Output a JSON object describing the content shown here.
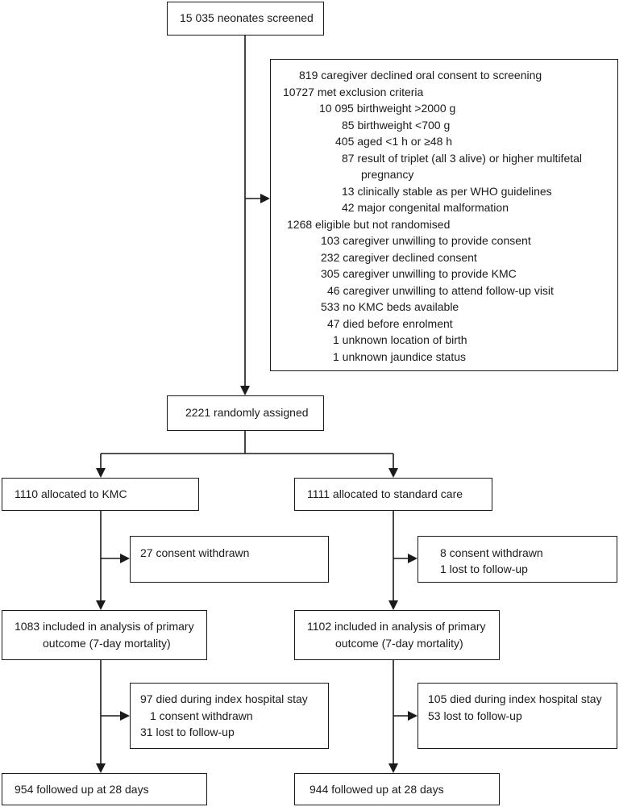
{
  "flow": {
    "screened": "15 035 neonates screened",
    "exclusions": {
      "declined_oral": "819 caregiver declined oral consent to screening",
      "met_exclusion": "10727 met exclusion criteria",
      "birthweight_high": "10 095 birthweight >2000 g",
      "birthweight_low": "85 birthweight <700 g",
      "aged": "405 aged <1 h or ≥48 h",
      "triplet_line1": "87 result of triplet (all 3 alive) or higher multifetal",
      "triplet_line2": "pregnancy",
      "clinically_stable": "13 clinically stable as per WHO guidelines",
      "malformation": "42 major congenital malformation",
      "eligible_not_randomised": "1268 eligible but not randomised",
      "unwilling_consent": "103 caregiver unwilling to provide consent",
      "declined_consent": "232 caregiver declined consent",
      "unwilling_kmc": "305 caregiver unwilling to provide KMC",
      "unwilling_followup": "46 caregiver unwilling to attend follow-up visit",
      "no_beds": "533 no KMC beds available",
      "died_before": "47 died before enrolment",
      "unknown_location": "1 unknown location of birth",
      "unknown_jaundice": "1 unknown jaundice status"
    },
    "randomised": "2221 randomly assigned",
    "kmc": {
      "allocated": "1110 allocated to KMC",
      "withdrawn": "27 consent withdrawn",
      "included_line1": "1083 included in analysis of primary",
      "included_line2": "outcome (7-day mortality)",
      "died": "97 died during index hospital stay",
      "withdrawn2": "1 consent withdrawn",
      "lost": "31 lost to follow-up",
      "followed": "954 followed up at 28 days"
    },
    "standard": {
      "allocated": "1111 allocated to standard care",
      "withdrawn": "8 consent withdrawn",
      "lost1": "1 lost to follow-up",
      "included_line1": "1102 included in analysis of primary",
      "included_line2": "outcome (7-day mortality)",
      "died": "105 died during index hospital stay",
      "lost2": "53 lost to follow-up",
      "followed": "944 followed up at 28 days"
    }
  }
}
